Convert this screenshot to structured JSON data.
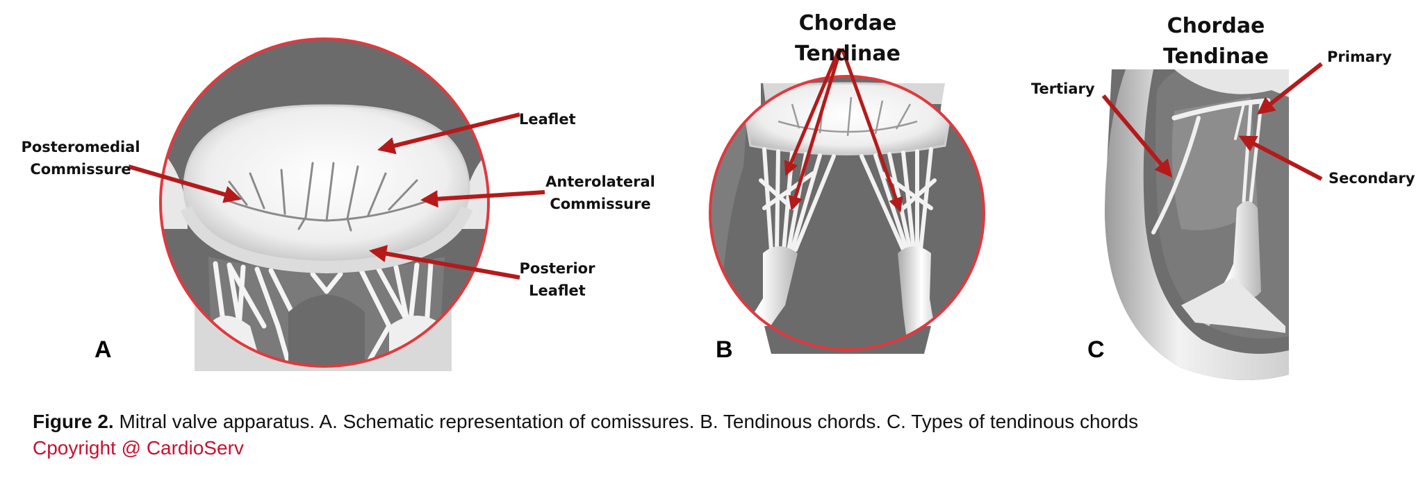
{
  "panels": {
    "a": {
      "letter": "A",
      "labels": {
        "posteromedial": [
          "Posteromedial",
          "Commissure"
        ],
        "leaflet": "Leaflet",
        "anterolateral": [
          "Anterolateral",
          "Commissure"
        ],
        "posterior": [
          "Posterior",
          "Leaflet"
        ]
      }
    },
    "b": {
      "letter": "B",
      "title": [
        "Chordae",
        "Tendinae"
      ]
    },
    "c": {
      "letter": "C",
      "title": [
        "Chordae",
        "Tendinae"
      ],
      "labels": {
        "tertiary": "Tertiary",
        "primary": "Primary",
        "secondary": "Secondary"
      }
    }
  },
  "caption": {
    "figure_number": "Figure 2.",
    "text": " Mitral valve apparatus. A. Schematic representation of comissures. B. Tendinous chords. C. Types of tendinous chords"
  },
  "copyright": "Cpoyright @ CardioServ",
  "colors": {
    "arrow": "#b51a1a",
    "circle": "#e0393e",
    "tissue_dark": "#6b6b6b",
    "copyright": "#c8102e"
  }
}
